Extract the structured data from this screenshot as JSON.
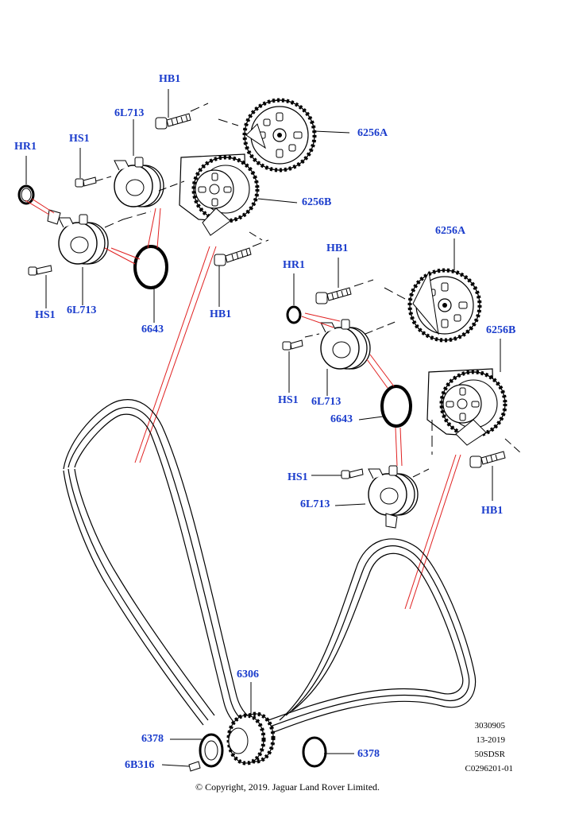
{
  "diagram": {
    "callouts": [
      {
        "id": "c1",
        "label": "HB1"
      },
      {
        "id": "c2",
        "label": "6L713"
      },
      {
        "id": "c3",
        "label": "HR1"
      },
      {
        "id": "c4",
        "label": "HS1"
      },
      {
        "id": "c5",
        "label": "6256A"
      },
      {
        "id": "c6",
        "label": "6256B"
      },
      {
        "id": "c7",
        "label": "HS1"
      },
      {
        "id": "c8",
        "label": "6L713"
      },
      {
        "id": "c9",
        "label": "6643"
      },
      {
        "id": "c10",
        "label": "HB1"
      },
      {
        "id": "c11",
        "label": "6256A"
      },
      {
        "id": "c12",
        "label": "HB1"
      },
      {
        "id": "c13",
        "label": "HR1"
      },
      {
        "id": "c14",
        "label": "6256B"
      },
      {
        "id": "c15",
        "label": "HS1"
      },
      {
        "id": "c16",
        "label": "6L713"
      },
      {
        "id": "c17",
        "label": "6643"
      },
      {
        "id": "c18",
        "label": "HS1"
      },
      {
        "id": "c19",
        "label": "6L713"
      },
      {
        "id": "c20",
        "label": "HB1"
      },
      {
        "id": "c21",
        "label": "6306"
      },
      {
        "id": "c22",
        "label": "6378"
      },
      {
        "id": "c23",
        "label": "6B316"
      },
      {
        "id": "c24",
        "label": "6378"
      }
    ],
    "reference": {
      "number": "3030905",
      "date": "13-2019",
      "code": "50SDSR",
      "illustration": "C0296201-01"
    },
    "copyright": "© Copyright, 2019. Jaguar Land Rover Limited.",
    "colors": {
      "callout": "#1a3ccc",
      "leader": "#000000",
      "red_leader": "#e02020",
      "line_art": "#000000"
    }
  }
}
